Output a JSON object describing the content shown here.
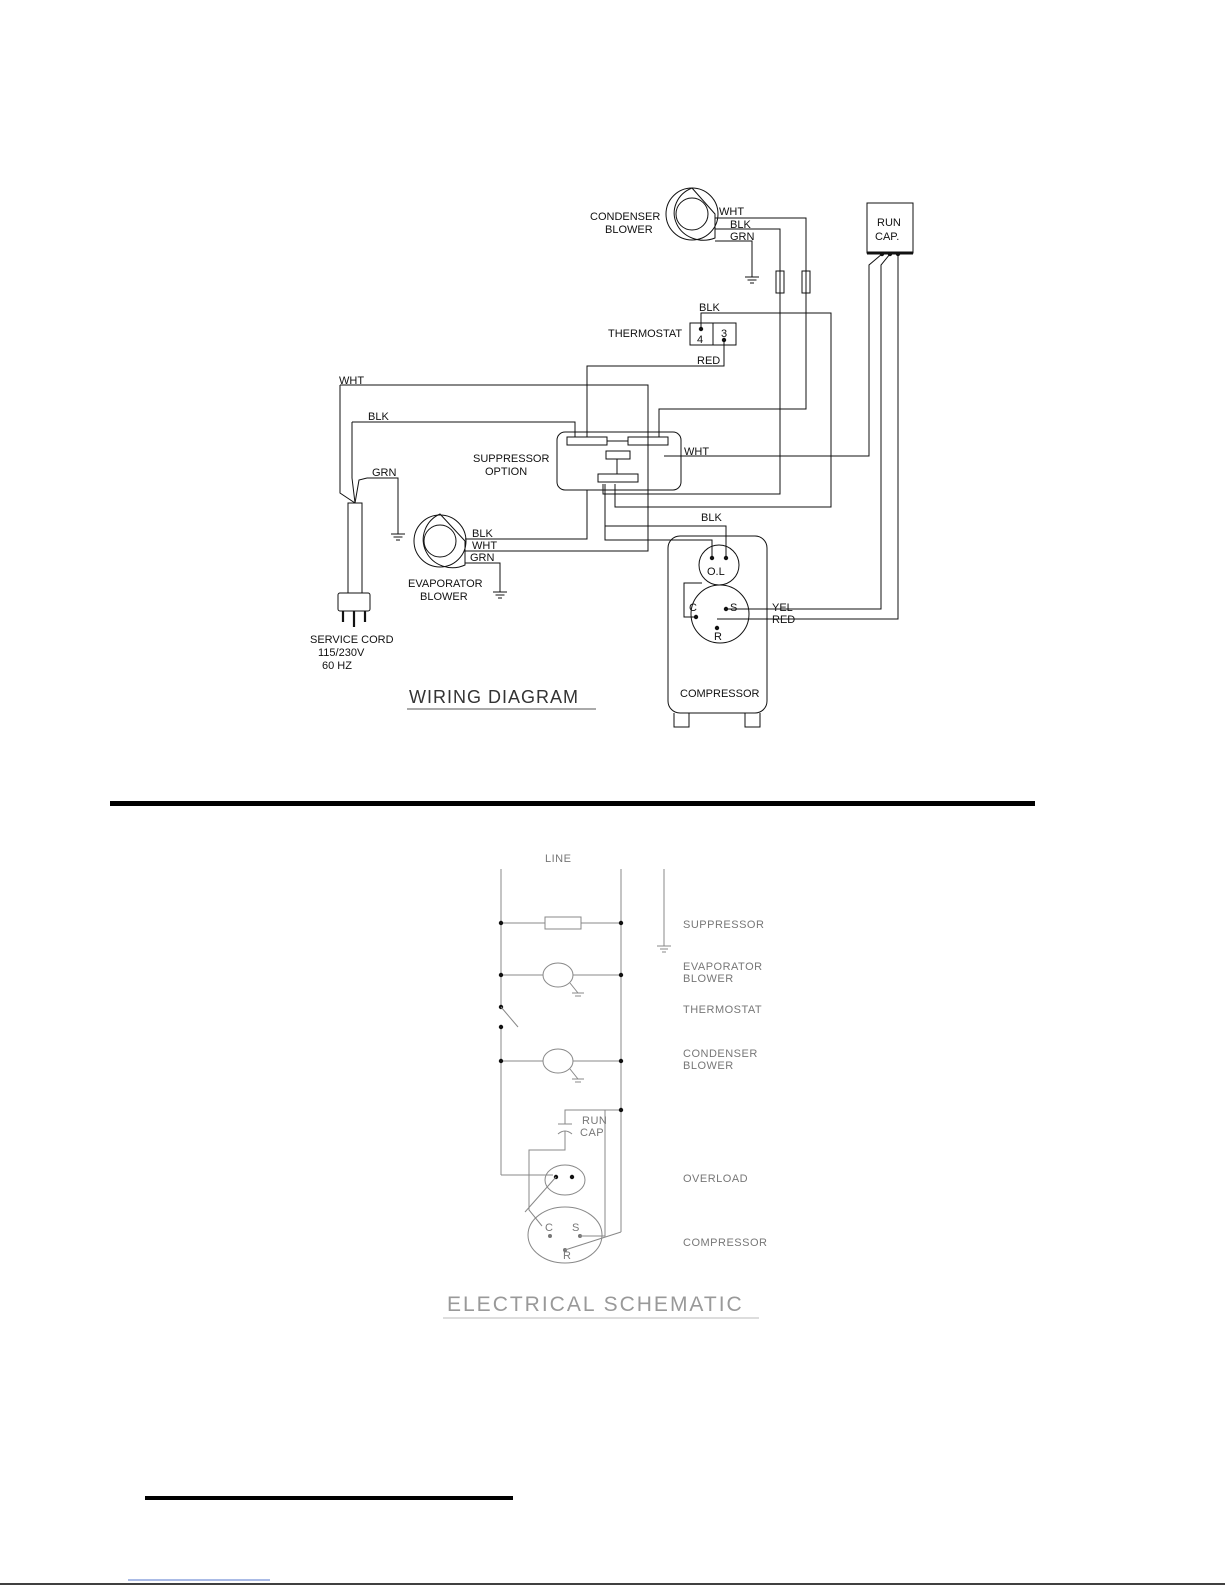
{
  "wiring_diagram": {
    "title": "WIRING DIAGRAM",
    "components": {
      "condenser_blower": [
        "CONDENSER",
        "BLOWER"
      ],
      "run_cap": [
        "RUN",
        "CAP."
      ],
      "thermostat": "THERMOSTAT",
      "thermostat_terminals": [
        "4",
        "3"
      ],
      "suppressor_option": [
        "SUPPRESSOR",
        "OPTION"
      ],
      "evaporator_blower": [
        "EVAPORATOR",
        "BLOWER"
      ],
      "service_cord": [
        "SERVICE CORD",
        "115/230V",
        "60  HZ"
      ],
      "compressor": "COMPRESSOR",
      "overload": "O.L",
      "compressor_terminals": {
        "c": "C",
        "s": "S",
        "r": "R"
      }
    },
    "wire_labels": {
      "cond_wht": "WHT",
      "cond_blk": "BLK",
      "cond_grn": "GRN",
      "thermo_blk": "BLK",
      "thermo_red": "RED",
      "cord_wht": "WHT",
      "cord_blk": "BLK",
      "cord_grn": "GRN",
      "supp_wht": "WHT",
      "evap_blk": "BLK",
      "evap_wht": "WHT",
      "evap_grn": "GRN",
      "comp_blk": "BLK",
      "comp_yel": "YEL",
      "comp_red": "RED"
    }
  },
  "electrical_schematic": {
    "title": "ELECTRICAL  SCHEMATIC",
    "line_label": "LINE",
    "labels": {
      "suppressor": "SUPPRESSOR",
      "evaporator": [
        "EVAPORATOR",
        "BLOWER"
      ],
      "thermostat": "THERMOSTAT",
      "condenser": [
        "CONDENSER",
        "BLOWER"
      ],
      "run_cap": [
        "RUN",
        "CAP"
      ],
      "overload": "OVERLOAD",
      "compressor": "COMPRESSOR",
      "terminals": {
        "c": "C",
        "s": "S",
        "r": "R"
      }
    }
  }
}
